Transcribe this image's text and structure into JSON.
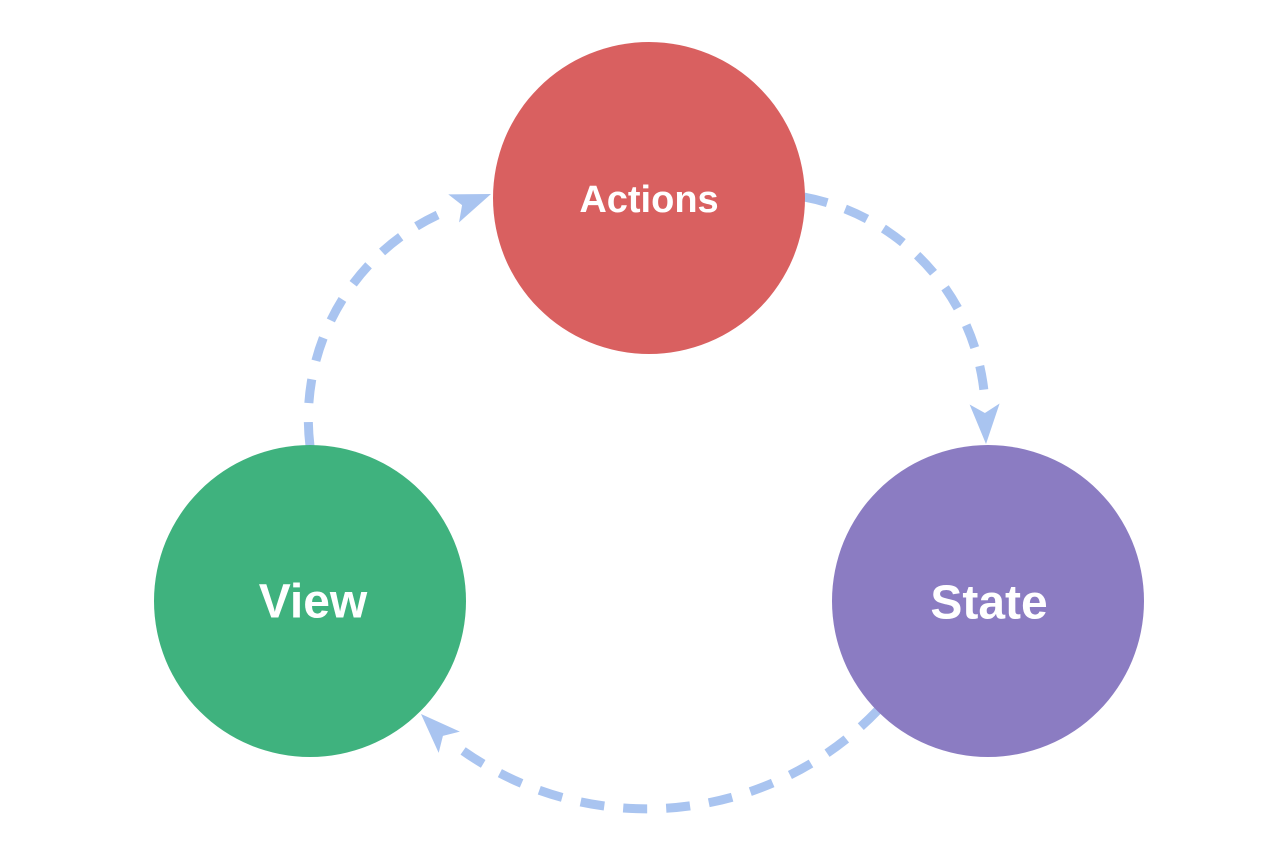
{
  "diagram": {
    "background_color": "#ffffff",
    "label_color": "#ffffff",
    "arrow_color": "#a9c4f0",
    "nodes": {
      "actions": {
        "label": "Actions",
        "color": "#d96060"
      },
      "state": {
        "label": "State",
        "color": "#8b7cc2"
      },
      "view": {
        "label": "View",
        "color": "#3fb27e"
      }
    },
    "flow": [
      {
        "from": "View",
        "to": "Actions"
      },
      {
        "from": "Actions",
        "to": "State"
      },
      {
        "from": "State",
        "to": "View"
      }
    ]
  }
}
